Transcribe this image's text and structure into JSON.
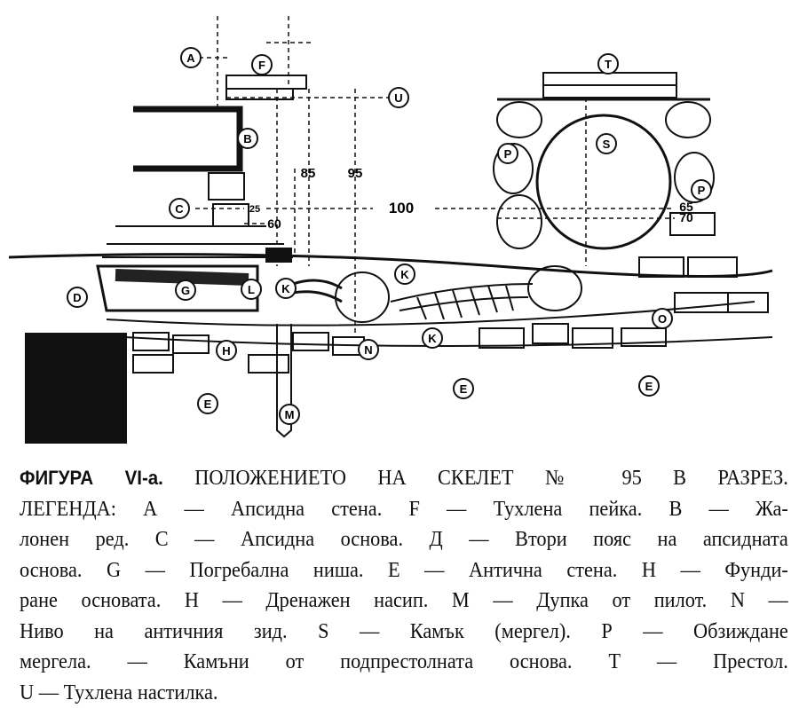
{
  "figure": {
    "letter_labels": [
      "A",
      "F",
      "T",
      "U",
      "B",
      "S",
      "P",
      "P",
      "C",
      "D",
      "G",
      "L",
      "K",
      "K",
      "K",
      "H",
      "N",
      "O",
      "E",
      "E",
      "E",
      "M"
    ],
    "measure_labels": [
      "85",
      "95",
      "25",
      "100",
      "65",
      "70",
      "60"
    ]
  },
  "caption": {
    "figure_number": "ФИГУРА VI-а.",
    "lines": [
      "ПОЛОЖЕНИЕТО НА СКЕЛЕТ № 95 В РАЗРЕЗ.",
      "ЛЕГЕНДА: А — Апсидна стена. F — Тухлена пейка. В — Жа-",
      "лонен ред. С — Апсидна основа. Д — Втори пояс на апсидната",
      "основа. G — Погребална ниша. Е — Антична стена. Н — Фунди-",
      "ране основата. Н — Дренажен насип. М — Дупка от пилот. N —",
      "Ниво на античния зид. S — Камък (мергел). Р — Обзиждане",
      "мергела. — Камъни от подпрестолната основа. Т — Престол.",
      "U — Тухлена настилка."
    ]
  }
}
